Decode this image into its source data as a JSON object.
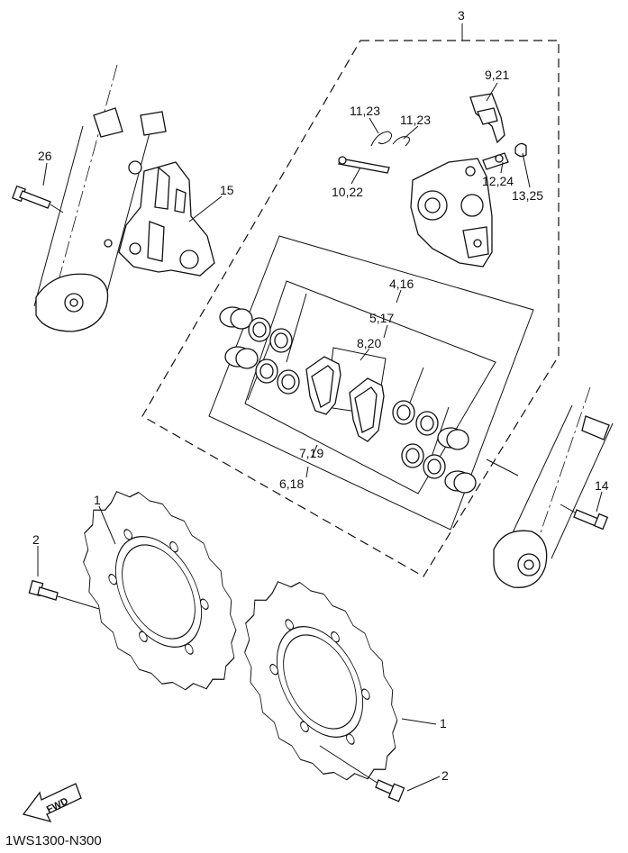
{
  "diagram": {
    "callouts": {
      "c3": "3",
      "c9_21": "9,21",
      "c11_23a": "11,23",
      "c11_23b": "11,23",
      "c10_22": "10,22",
      "c12_24": "12,24",
      "c13_25": "13,25",
      "c26": "26",
      "c15": "15",
      "c4_16": "4,16",
      "c5_17": "5,17",
      "c8_20": "8,20",
      "c7_19": "7,19",
      "c6_18": "6,18",
      "c14": "14",
      "c1a": "1",
      "c2a": "2",
      "c1b": "1",
      "c2b": "2"
    },
    "fwd_label": "FWD",
    "diagram_code": "1WS1300-N300"
  }
}
